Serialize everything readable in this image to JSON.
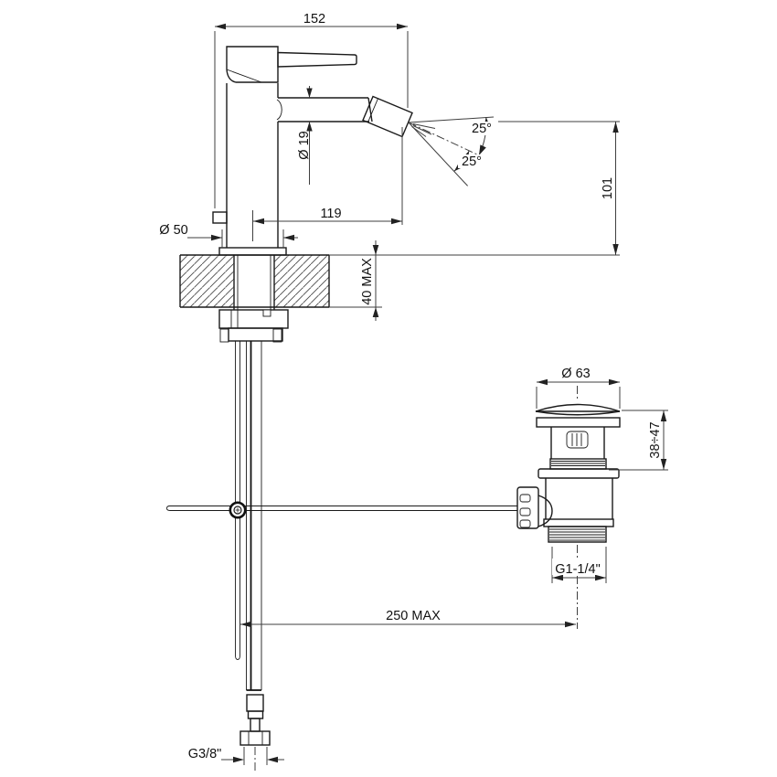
{
  "drawing": {
    "colors": {
      "background": "#ffffff",
      "part_line": "#1a1a1a",
      "dimension_line": "#3f3f3f",
      "text": "#111111"
    },
    "labels": {
      "total_width": "152",
      "spout_diameter": "Ø 19",
      "spray_angle_upper": "25°",
      "spray_angle_lower": "25°",
      "spout_height_above_deck": "101",
      "spout_reach": "119",
      "base_diameter": "Ø 50",
      "deck_thickness": "40 MAX",
      "waste_cap_diameter": "Ø 63",
      "waste_height_range": "38÷47",
      "waste_thread": "G1-1/4\"",
      "rod_reach": "250 MAX",
      "supply_thread": "G3/8\""
    }
  }
}
